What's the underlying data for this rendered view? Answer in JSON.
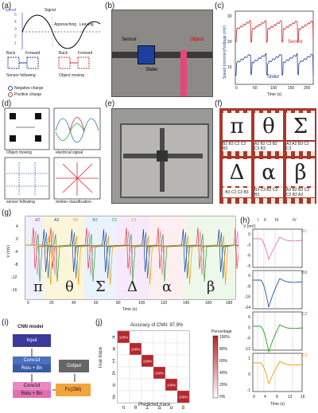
{
  "labels": {
    "a": "(a)",
    "b": "(b)",
    "c": "(c)",
    "d": "(d)",
    "e": "(e)",
    "f": "(f)",
    "g": "(g)",
    "h": "(h)",
    "i": "(i)",
    "j": "(j)"
  },
  "panel_a": {
    "title": "Signal",
    "speed_label": "Speed",
    "ticks": [
      "5",
      "4",
      "3",
      "2",
      "1"
    ],
    "regions": [
      "Approaching",
      "Leaving"
    ],
    "back": "Back",
    "forward": "Forward",
    "sensor_following": "Sensor following",
    "object_moving": "Object moving",
    "neg": "Negative charge",
    "pos": "Positive charge"
  },
  "panel_b": {
    "sensor": "Sensor",
    "object": "Object",
    "slider": "Slider"
  },
  "panel_c": {
    "ylabel": "Speed (mm/min)/Voltage (mV)",
    "xlabel": "Time (s)",
    "xticks": [
      "0",
      "50",
      "100",
      "150",
      "200"
    ],
    "yticks": [
      "10",
      "20",
      "30"
    ],
    "sensor": "Sensor",
    "slider": "Slider"
  },
  "panel_d": {
    "object_moving": "Object moving",
    "electrical_signal": "electrical signal",
    "sensor_following": "sensor following",
    "motion_classification": "motion classification"
  },
  "panel_f": {
    "symbols": [
      "π",
      "θ",
      "Σ",
      "Δ",
      "α",
      "β"
    ],
    "codes": [
      "B2 B3 C2 C3 B3",
      "A2 B2 C3 B2 C3 B3",
      "A3 A2 B3 C2 C3",
      "B3 C2 C3 B3",
      "B3 C3 B2 C3 B3",
      "A3 B2 B3 C3 C2 B2 A3"
    ]
  },
  "panel_g": {
    "ylabel": "V (mV)",
    "xlabel": "Time (s)",
    "xticks": [
      "0",
      "20",
      "40",
      "60",
      "80",
      "100",
      "120",
      "140",
      "160",
      "180"
    ],
    "yticks": [
      "4",
      "0",
      "-4",
      "-8",
      "-12",
      "-16"
    ],
    "legend": [
      "A2",
      "A3",
      "B2",
      "B3",
      "C2",
      "C3"
    ],
    "symbols": [
      "π",
      "θ",
      "Σ",
      "Δ",
      "α",
      "β"
    ],
    "colors": [
      "#e53935",
      "#1e3f9e",
      "#e377c2",
      "#1f77b4",
      "#2ca02c",
      "#ff9900"
    ]
  },
  "panel_h": {
    "ylabel": "V (mV)",
    "xlabel": "Time (s)",
    "phases": [
      "I",
      "II",
      "III",
      "IV"
    ],
    "xticks": [
      "0",
      "4",
      "8",
      "12",
      "16"
    ],
    "traces": [
      {
        "name": "B2",
        "color": "#e377c2",
        "yticks": [
          "0",
          "-3",
          "-6",
          "-9"
        ]
      },
      {
        "name": "B3",
        "color": "#1f5fa8",
        "yticks": [
          "0",
          "-8",
          "-16",
          "-24"
        ]
      },
      {
        "name": "C2",
        "color": "#2ca02c",
        "yticks": [
          "6",
          "0",
          "-6",
          "-12"
        ]
      },
      {
        "name": "C3",
        "color": "#ff9900",
        "yticks": [
          "1",
          "0",
          "-1"
        ]
      }
    ]
  },
  "panel_i": {
    "title": "CNN model",
    "input": "Input",
    "conv1": "Conv1d",
    "relu1": "Relu + Bn",
    "conv2": "Conv1d",
    "relu2": "Relu + Bn",
    "fc": "Fc(256)",
    "output": "Output"
  },
  "panel_j": {
    "title": "Accuracy of CNN: 97.9%",
    "ylabel": "True trace",
    "xlabel": "Predicted trace",
    "classes": [
      "π",
      "θ",
      "Σ",
      "Δ",
      "α",
      "β"
    ],
    "diag": [
      "100%",
      "100%",
      "100%",
      "100%",
      "100%",
      "100%"
    ],
    "colorbar_title": "Percentage",
    "colorbar_ticks": [
      "100%",
      "80%",
      "60%",
      "40%",
      "20%",
      "0%"
    ]
  }
}
